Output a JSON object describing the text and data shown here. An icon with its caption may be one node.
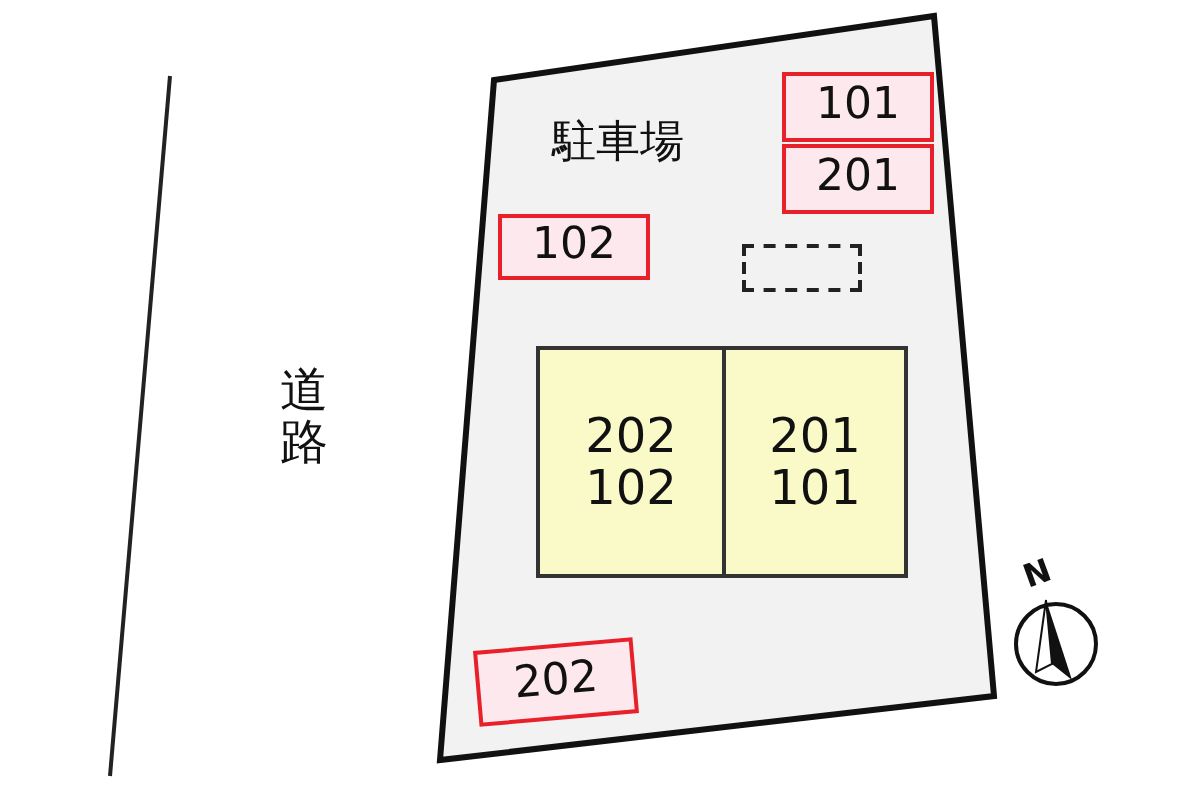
{
  "diagram": {
    "nodes": [
      {
        "text": [
          "駐車場"
        ]
      },
      {
        "text": [
          "101"
        ],
        "in": 0
      },
      {
        "text": [
          "201"
        ],
        "in": 0
      },
      {
        "text": [
          "102"
        ],
        "in": 0
      },
      {
        "text": [],
        "shape": "box",
        "in": 0
      },
      {
        "text": [
          "202",
          "102"
        ],
        "in": 0
      },
      {
        "text": [
          "201",
          "101"
        ],
        "in": 0
      },
      {
        "text": [
          "202"
        ],
        "in": 0
      }
    ],
    "edges": [],
    "labels": [
      "道路",
      "N"
    ]
  }
}
